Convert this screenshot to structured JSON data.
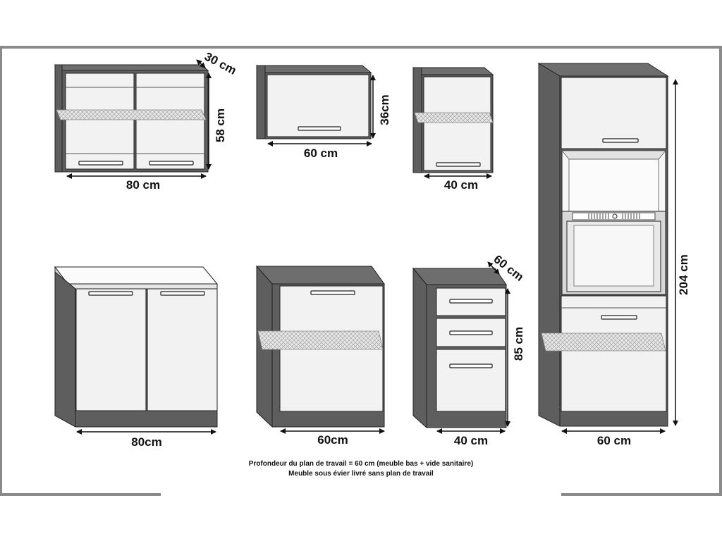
{
  "cabinets": {
    "wall_80": {
      "width_label": "80 cm",
      "height_label": "58 cm",
      "depth_label": "30 cm"
    },
    "wall_60": {
      "width_label": "60 cm",
      "height_label": "36cm"
    },
    "wall_40": {
      "width_label": "40 cm"
    },
    "base_80": {
      "width_label": "80cm"
    },
    "base_60": {
      "width_label": "60cm"
    },
    "base_40_drawers": {
      "width_label": "40 cm",
      "height_label": "85 cm",
      "depth_label": "60 cm"
    },
    "tall_oven": {
      "width_label": "60 cm",
      "height_label": "204 cm"
    }
  },
  "notes": {
    "line1": "Profondeur du plan de travail = 60 cm (meuble bas + vide sanitaire)",
    "line2": "Meuble sous évier livré sans plan de travail"
  },
  "colors": {
    "frame": "#8a8a8a",
    "body": "#5e5e5e",
    "front": "#f2f2f2",
    "outline": "#222222"
  }
}
